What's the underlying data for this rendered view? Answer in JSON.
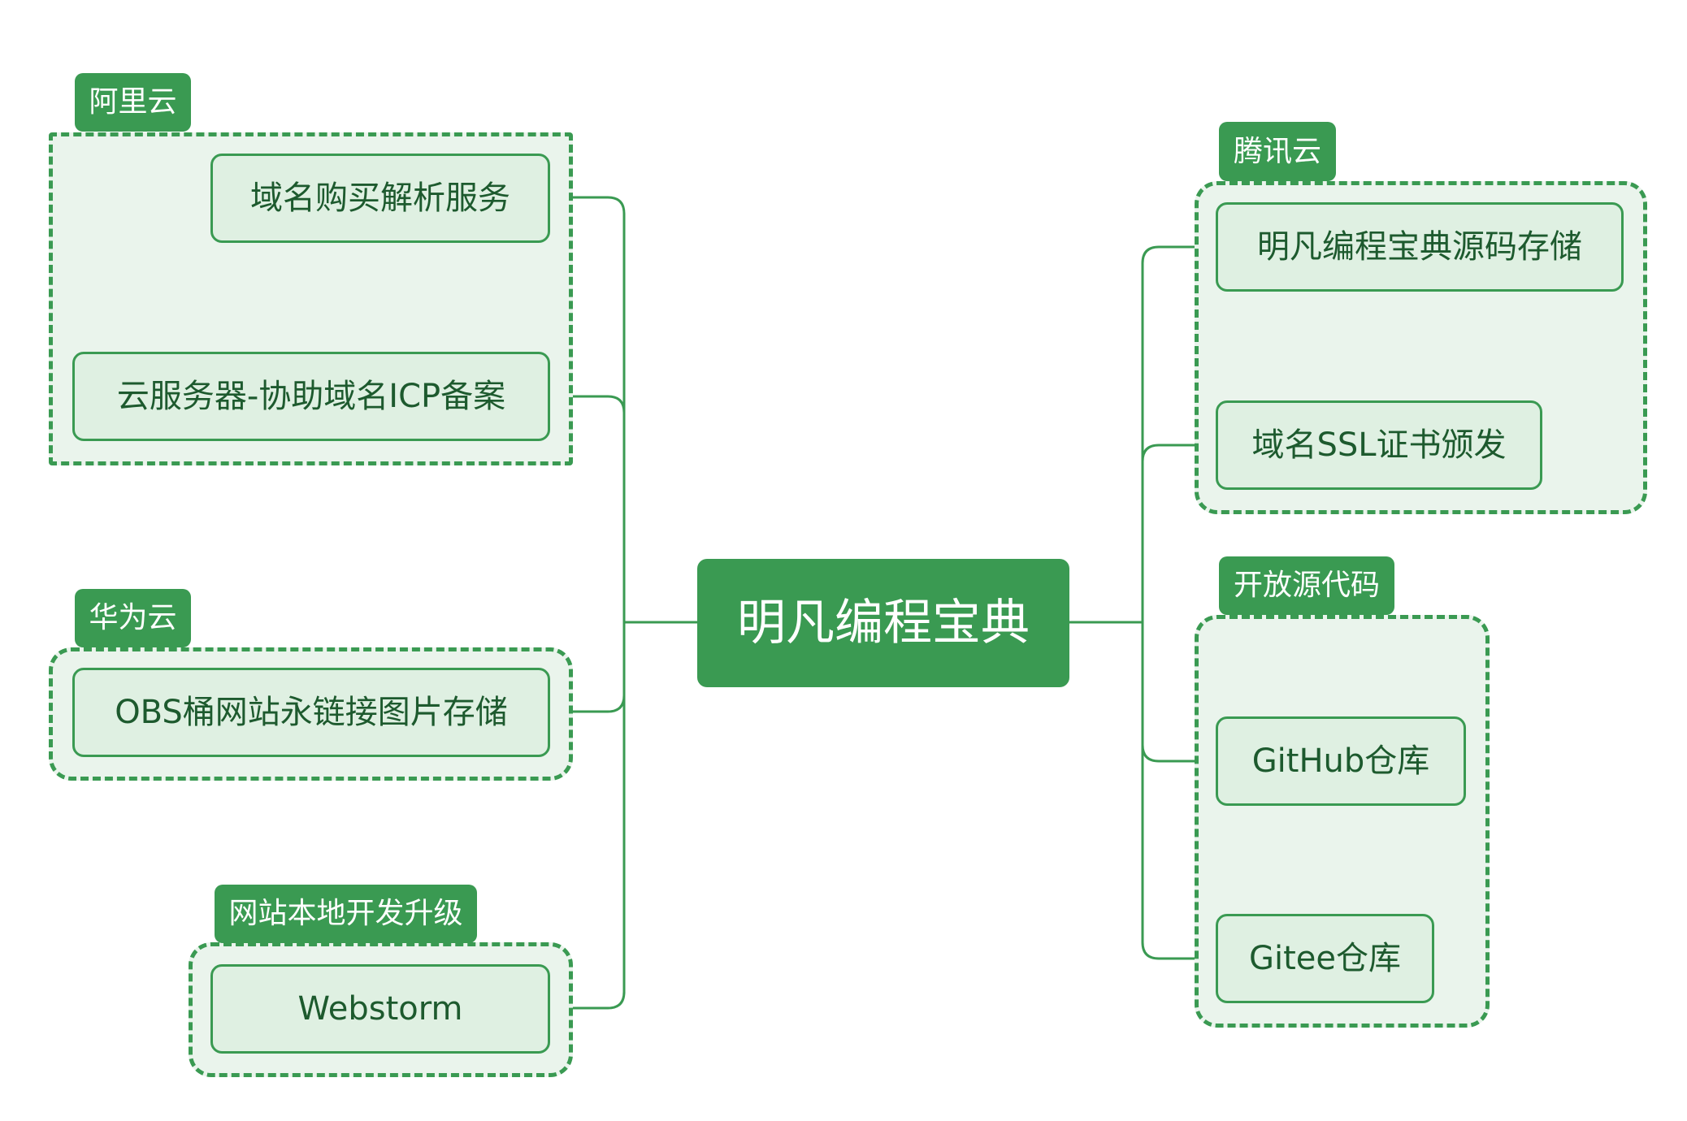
{
  "mindmap": {
    "root": {
      "label": "明凡编程宝典"
    },
    "groups": {
      "aliyun": {
        "label": "阿里云",
        "items": [
          "域名购买解析服务",
          "云服务器-协助域名ICP备案"
        ]
      },
      "huawei": {
        "label": "华为云",
        "items": [
          "OBS桶网站永链接图片存储"
        ]
      },
      "local_dev": {
        "label": "网站本地开发升级",
        "items": [
          "Webstorm"
        ]
      },
      "tencent": {
        "label": "腾讯云",
        "items": [
          "明凡编程宝典源码存储",
          "域名SSL证书颁发"
        ]
      },
      "open_source": {
        "label": "开放源代码",
        "items": [
          "GitHub仓库",
          "Gitee仓库"
        ]
      }
    }
  },
  "colors": {
    "accent": "#3a9a52",
    "leaf_fill": "#dff0e2",
    "group_fill": "#eaf4ec",
    "leaf_text": "#1d5a2e"
  }
}
